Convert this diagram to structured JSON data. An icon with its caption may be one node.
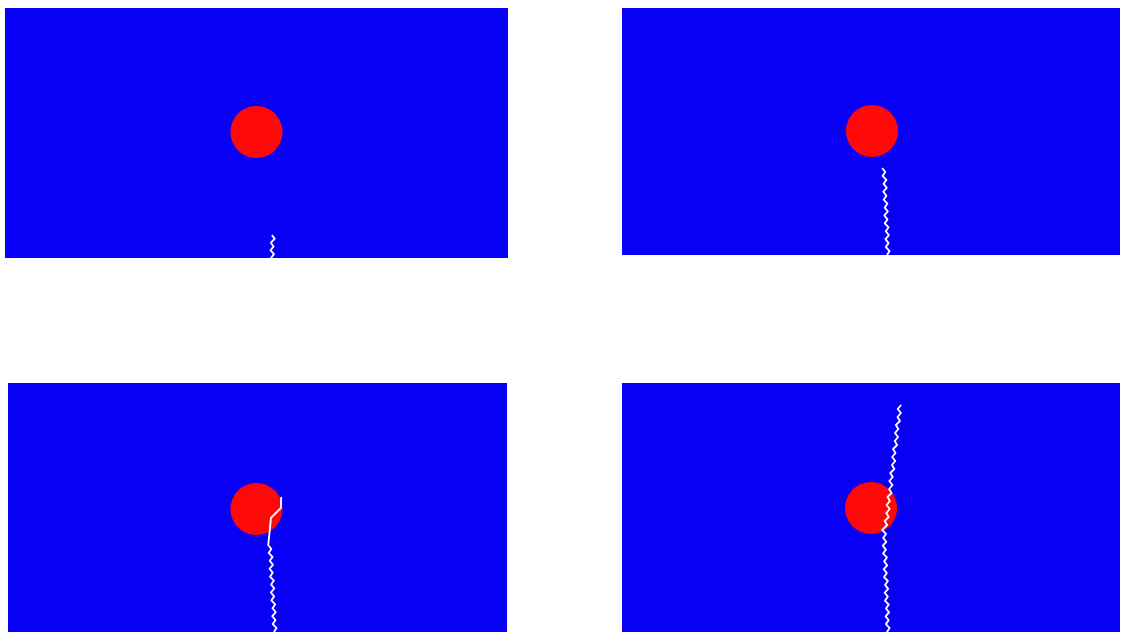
{
  "diagram": {
    "nodes": [
      {
        "text": [],
        "shape": "box"
      },
      {
        "text": [],
        "shape": "circle",
        "in": 0
      },
      {
        "text": [],
        "shape": "box"
      },
      {
        "text": [],
        "shape": "circle",
        "in": 2
      },
      {
        "text": [],
        "shape": "box"
      },
      {
        "text": [],
        "shape": "circle",
        "in": 4
      },
      {
        "text": [],
        "shape": "box"
      },
      {
        "text": [],
        "shape": "circle",
        "in": 6
      }
    ]
  }
}
